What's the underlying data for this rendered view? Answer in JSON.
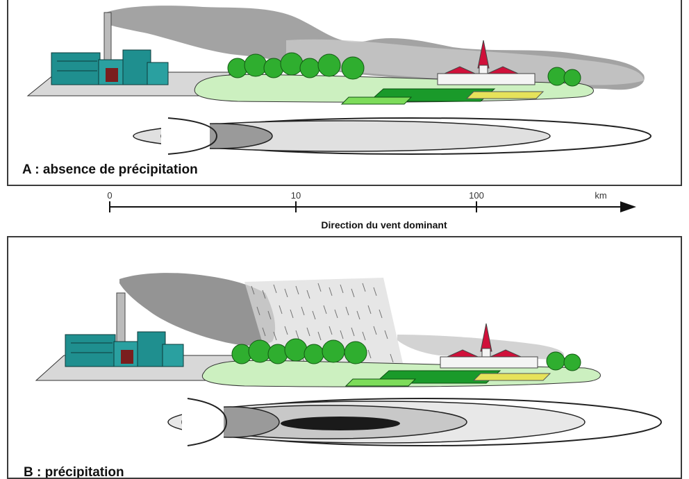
{
  "panel_a": {
    "letter": "A",
    "label": "A : absence de précipitation"
  },
  "panel_b": {
    "letter": "B",
    "label": "B : précipitation"
  },
  "axis": {
    "ticks": [
      "0",
      "10",
      "100"
    ],
    "unit": "km",
    "title": "Direction du vent dominant"
  },
  "colors": {
    "smoke": "#8a8a8a",
    "factory": "#1f8f8f",
    "trees": "#2fae2f",
    "roofs": "#d0103a",
    "field_dark": "#1a9a2a",
    "field_light": "#7ddc5a",
    "deposit_dark": "#1a1a1a",
    "deposit_mid": "#9a9a9a",
    "deposit_light": "#e0e0e0"
  }
}
